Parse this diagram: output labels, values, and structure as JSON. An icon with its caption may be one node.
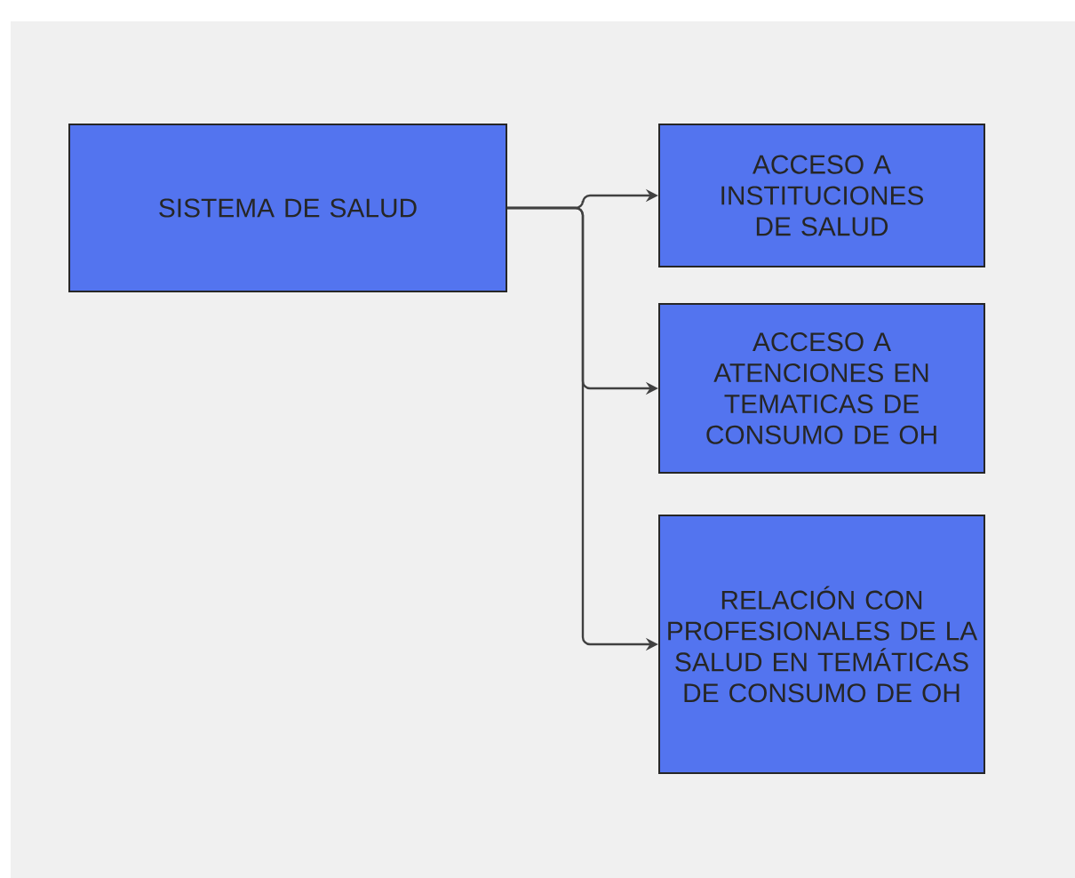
{
  "diagram": {
    "nodes": [
      {
        "text": [
          "SISTEMA DE SALUD"
        ]
      },
      {
        "text": [
          "ACCESO A INSTITUCIONES DE SALUD"
        ]
      },
      {
        "text": [
          "ACCESO A ATENCIONES EN TEMATICAS DE CONSUMO DE OH"
        ]
      },
      {
        "text": [
          "RELACIÓN CON PROFESIONALES DE LA SALUD EN TEMÁTICAS DE CONSUMO DE OH"
        ]
      }
    ],
    "edges": [
      {
        "from": 0,
        "to": 1,
        "arrow": "to"
      },
      {
        "from": 0,
        "to": 2,
        "arrow": "to"
      },
      {
        "from": 0,
        "to": 3,
        "arrow": "to"
      }
    ]
  }
}
